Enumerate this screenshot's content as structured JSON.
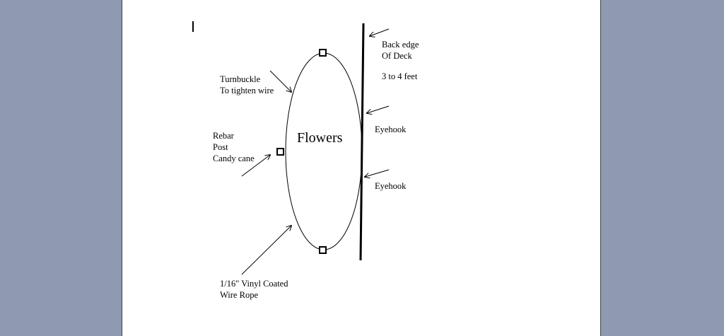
{
  "diagram": {
    "center_label": "Flowers",
    "labels": {
      "turnbuckle": [
        "Turnbuckle",
        "To tighten wire"
      ],
      "rebar": [
        "Rebar",
        "Post",
        "Candy cane"
      ],
      "wire": [
        "1/16\" Vinyl Coated",
        "Wire Rope"
      ],
      "deck": [
        "Back edge",
        "Of Deck"
      ],
      "distance": "3 to 4 feet",
      "eyehook_top": "Eyehook",
      "eyehook_bottom": "Eyehook"
    }
  }
}
